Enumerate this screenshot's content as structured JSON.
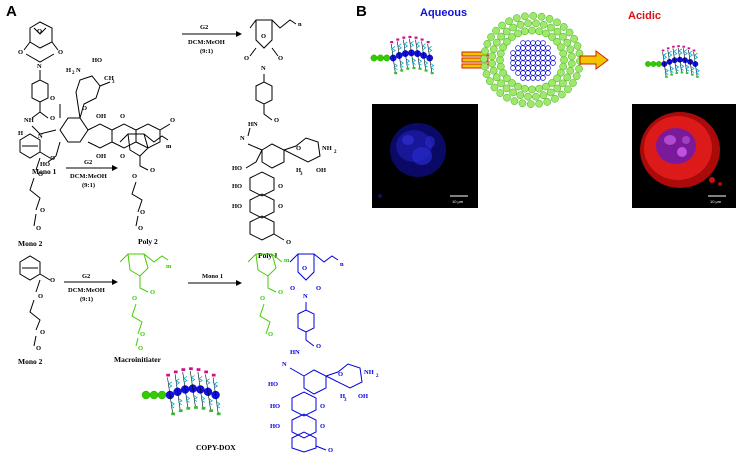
{
  "panels": {
    "a": "A",
    "b": "B"
  },
  "colors": {
    "green": "#33cc00",
    "blue": "#1010dd",
    "red": "#dd1111",
    "arrow_orange": "#f5c400",
    "equiv_red": "#cc2200"
  },
  "labels": {
    "mono1": "Mono 1",
    "mono2": "Mono 2",
    "mono2b": "Mono 2",
    "poly1": "Poly 1",
    "poly2": "Poly 2",
    "macro": "Macroinitiater",
    "copy": "COPY-DOX"
  },
  "reactions": {
    "r1": {
      "catalyst": "G2",
      "solvent": "DCM:MeOH",
      "ratio": "(9:1)"
    },
    "r2": {
      "catalyst": "G2",
      "solvent": "DCM:MeOH",
      "ratio": "(9:1)"
    },
    "r3": {
      "catalyst": "G2",
      "solvent": "DCM:MeOH",
      "ratio": "(9:1)"
    },
    "r4": {
      "reagent": "Mono 1"
    }
  },
  "atoms": {
    "o": "O",
    "n": "N",
    "h": "H",
    "ho": "HO",
    "oh": "OH",
    "nh2": "NH",
    "h2n": "H",
    "h3c": "H",
    "ch3": "CH",
    "sub2": "2",
    "sub3": "3",
    "m": "m",
    "n_idx": "n",
    "nh": "NH",
    "hn": "HN",
    "ome": "O"
  },
  "panel_b": {
    "aqueous": "Aqueous",
    "acidic": "Acidic",
    "scale1": "10 μm",
    "scale2": "10 μm"
  }
}
